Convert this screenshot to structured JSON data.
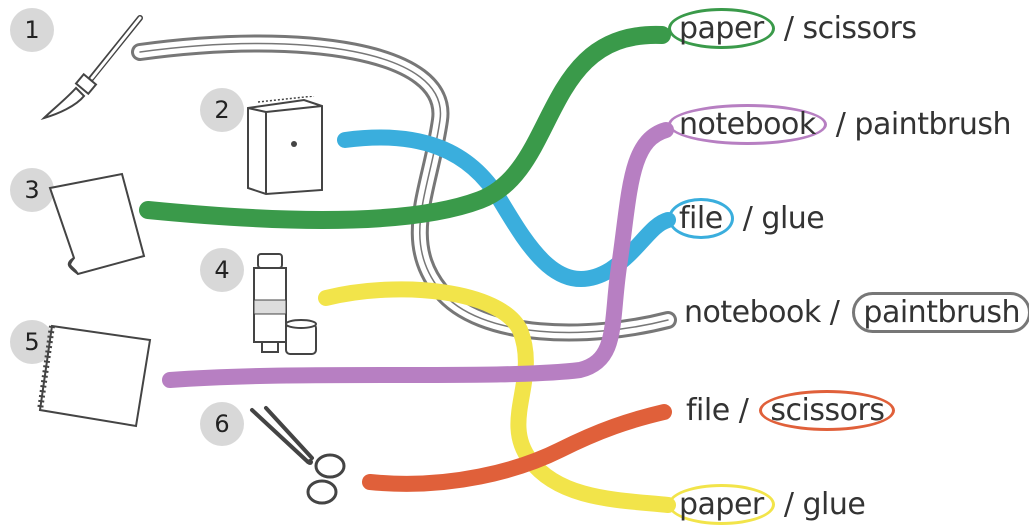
{
  "items": [
    {
      "number": "1",
      "object": "paintbrush-icon"
    },
    {
      "number": "2",
      "object": "file-icon"
    },
    {
      "number": "3",
      "object": "paper-icon"
    },
    {
      "number": "4",
      "object": "glue-icon"
    },
    {
      "number": "5",
      "object": "notebook-icon"
    },
    {
      "number": "6",
      "object": "scissors-icon"
    }
  ],
  "answers": [
    {
      "left": "paper",
      "sep": "/",
      "right": "scissors",
      "circled": "left",
      "color": "#3a9a4a"
    },
    {
      "left": "notebook",
      "sep": "/",
      "right": "paintbrush",
      "circled": "left",
      "color": "#b77fc2"
    },
    {
      "left": "file",
      "sep": "/",
      "right": "glue",
      "circled": "left",
      "color": "#3aaedd"
    },
    {
      "left": "notebook",
      "sep": "/",
      "right": "paintbrush",
      "circled": "right",
      "color": "#777777"
    },
    {
      "left": "file",
      "sep": "/",
      "right": "scissors",
      "circled": "right",
      "color": "#e0603a"
    },
    {
      "left": "paper",
      "sep": "/",
      "right": "glue",
      "circled": "left",
      "color": "#f2e44a"
    }
  ],
  "line_colors": {
    "paintbrush": "#888888",
    "file": "#3aaedd",
    "paper": "#3a9a4a",
    "glue": "#f2e44a",
    "notebook": "#b77fc2",
    "scissors": "#e0603a"
  }
}
